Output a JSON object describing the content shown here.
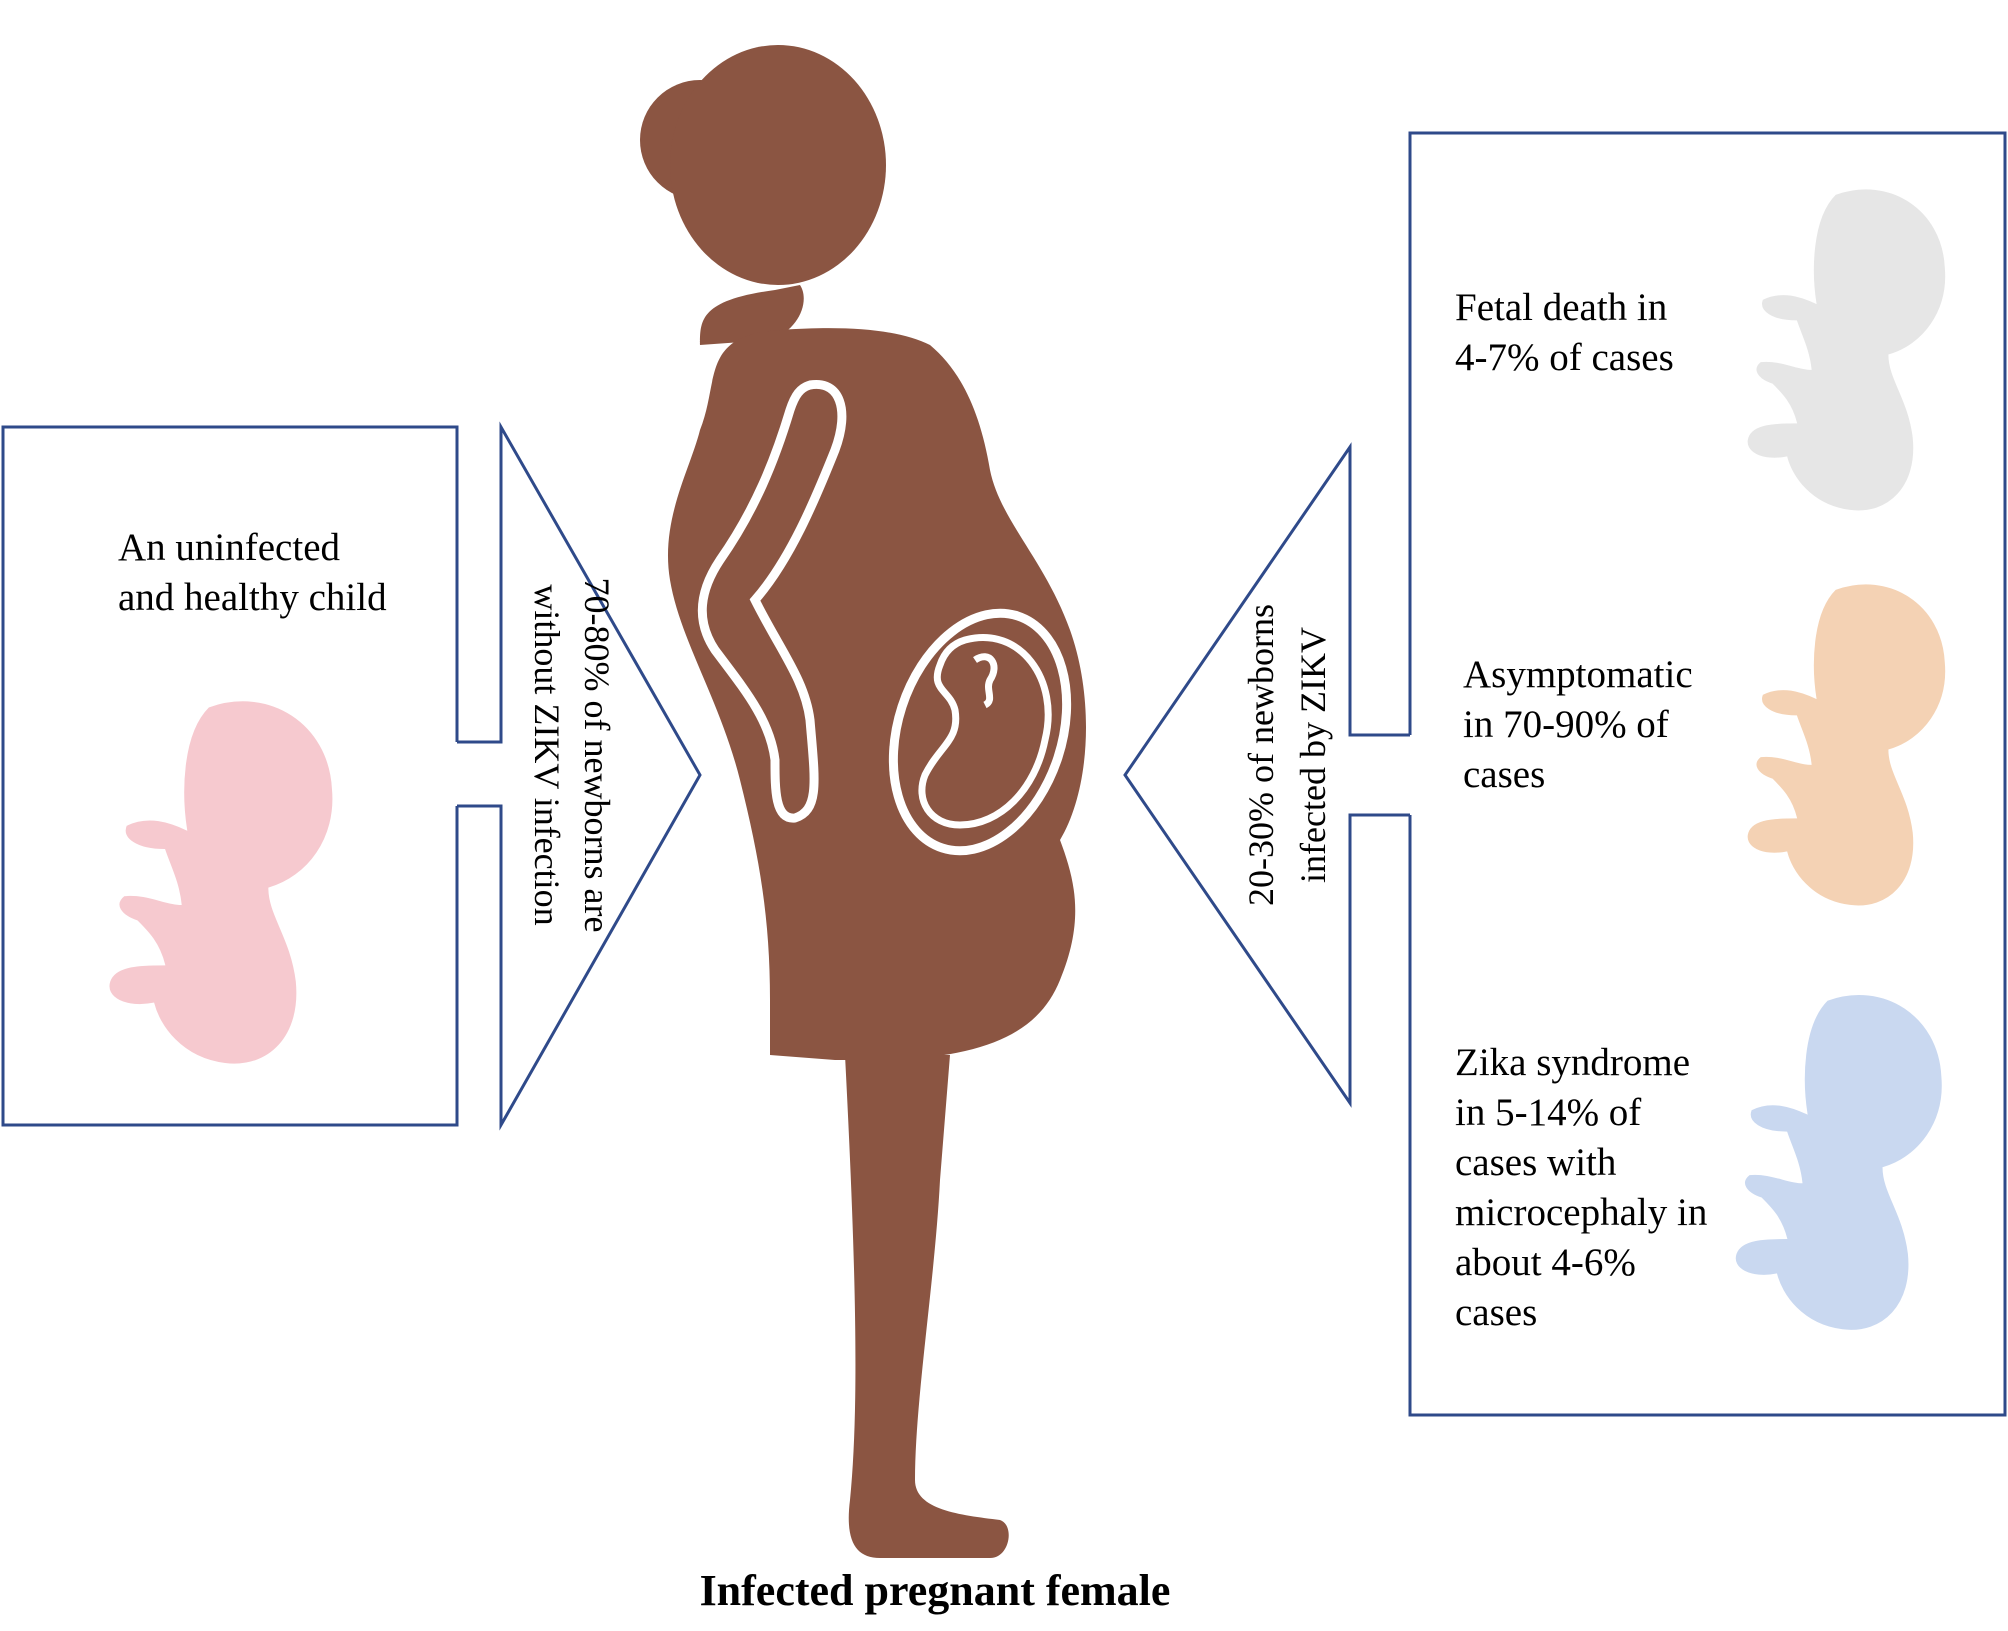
{
  "center": {
    "caption": "Infected pregnant female"
  },
  "left_branch": {
    "arrow_label": "70-80% of newborns are\nwithout ZIKV infection",
    "box_text": "An uninfected\nand healthy child",
    "fetus_color": "#f6c9cf"
  },
  "right_branch": {
    "arrow_label": "20-30% of newborns\ninfected by ZIKV",
    "outcomes": [
      {
        "text": "Fetal death in\n4-7% of cases",
        "fetus_color": "#e6e6e6"
      },
      {
        "text": "Asymptomatic\nin 70-90% of\ncases",
        "fetus_color": "#f4d2b4"
      },
      {
        "text": "Zika syndrome\nin 5-14% of\ncases with\nmicrocephaly in\nabout 4-6%\ncases",
        "fetus_color": "#c9d8f0"
      }
    ]
  },
  "colors": {
    "silhouette": "#8b5542",
    "outline": "#2f4a8a"
  }
}
